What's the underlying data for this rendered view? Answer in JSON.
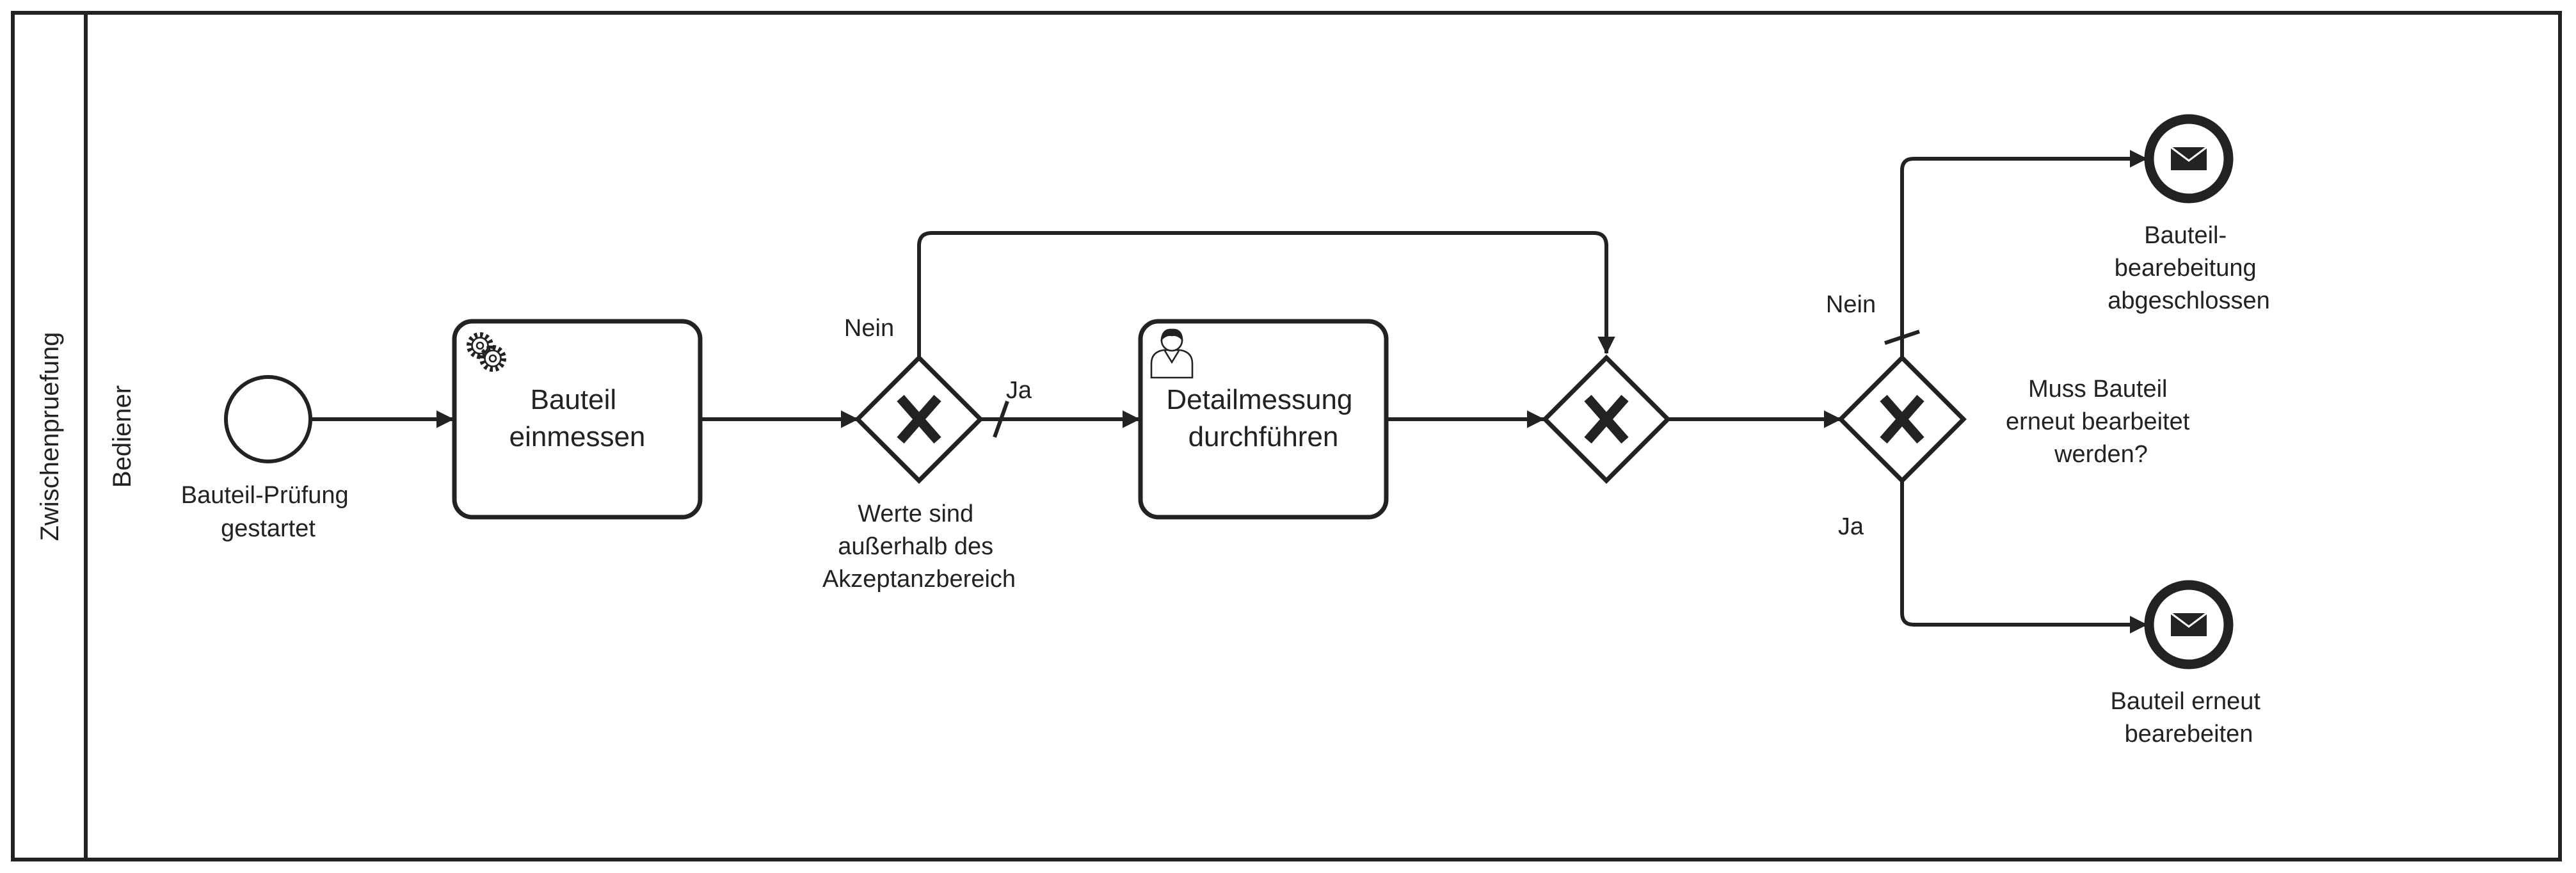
{
  "pool": {
    "name": "Zwischenpruefung"
  },
  "lane": {
    "name": "Bediener"
  },
  "events": {
    "start": {
      "label_lines": [
        "Bauteil-Prüfung",
        "gestartet"
      ]
    },
    "end_done": {
      "label_lines": [
        "Bauteil-",
        "bearebeitung",
        "abgeschlossen"
      ]
    },
    "end_rework": {
      "label_lines": [
        "Bauteil erneut",
        "bearebeiten"
      ]
    }
  },
  "tasks": {
    "measure": {
      "label_lines": [
        "Bauteil",
        "einmessen"
      ],
      "type": "service-task",
      "icon": "gears-icon"
    },
    "detail": {
      "label_lines": [
        "Detailmessung",
        "durchführen"
      ],
      "type": "user-task",
      "icon": "user-icon"
    }
  },
  "gateways": {
    "check_values": {
      "label_lines": [
        "Werte sind",
        "außerhalb des",
        "Akzeptanzbereich"
      ],
      "type": "exclusive"
    },
    "merge": {
      "label_lines": [],
      "type": "exclusive"
    },
    "rework": {
      "label_lines": [
        "Muss Bauteil",
        "erneut bearbeitet",
        "werden?"
      ],
      "type": "exclusive"
    }
  },
  "flows": {
    "check_no": "Nein",
    "check_yes": "Ja",
    "rework_no": "Nein",
    "rework_yes": "Ja"
  },
  "colors": {
    "stroke": "#222222",
    "background": "#ffffff"
  }
}
